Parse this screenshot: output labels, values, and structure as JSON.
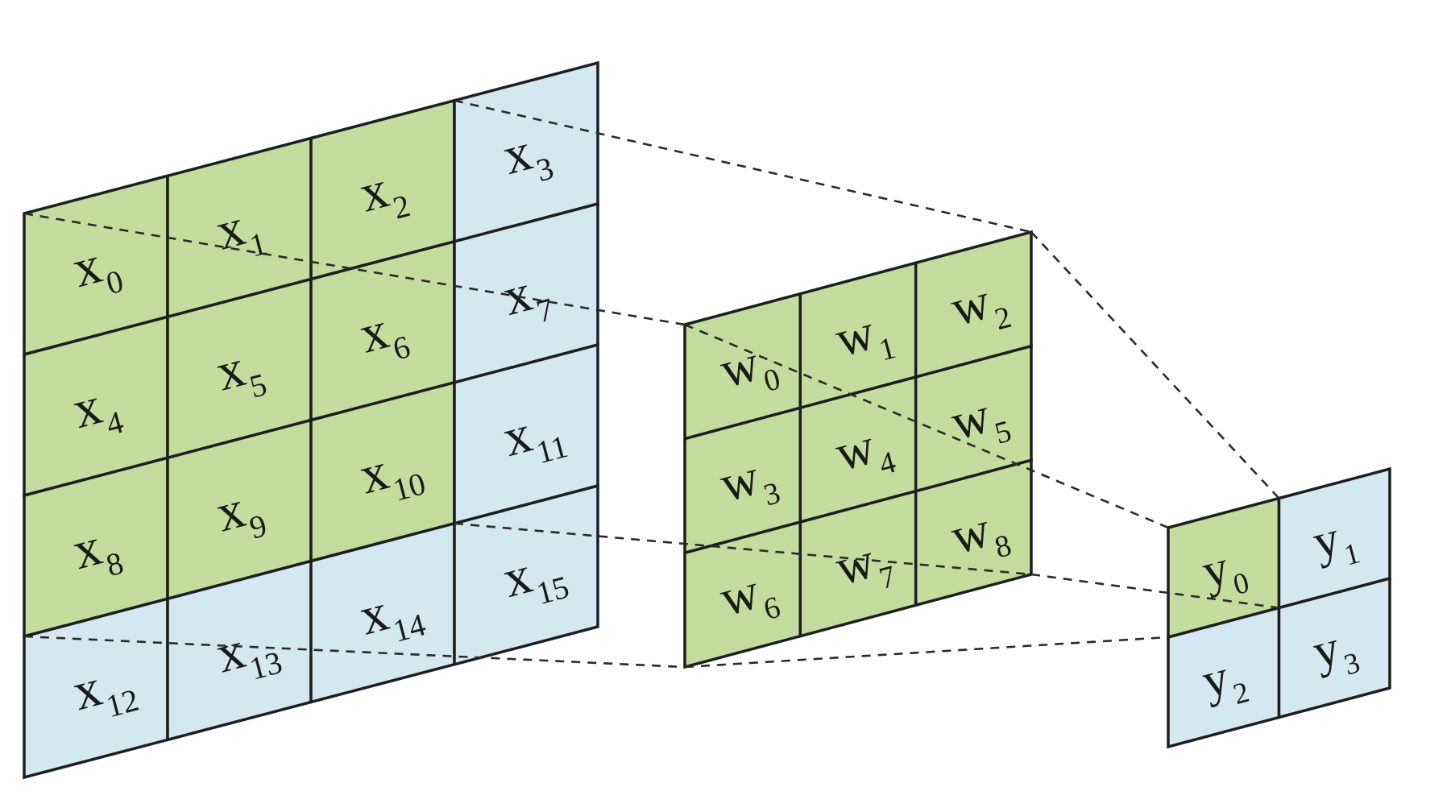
{
  "diagram": {
    "colors": {
      "active_fill": "#c3dd9e",
      "inactive_fill": "#d4e8f2",
      "stroke": "#1e1e1e",
      "dash": "#2a2a2a"
    },
    "input_grid": {
      "rows": 4,
      "cols": 4,
      "cells": [
        {
          "sym": "x",
          "sub": "0",
          "active": true
        },
        {
          "sym": "x",
          "sub": "1",
          "active": true
        },
        {
          "sym": "x",
          "sub": "2",
          "active": true
        },
        {
          "sym": "x",
          "sub": "3",
          "active": false
        },
        {
          "sym": "x",
          "sub": "4",
          "active": true
        },
        {
          "sym": "x",
          "sub": "5",
          "active": true
        },
        {
          "sym": "x",
          "sub": "6",
          "active": true
        },
        {
          "sym": "x",
          "sub": "7",
          "active": false
        },
        {
          "sym": "x",
          "sub": "8",
          "active": true
        },
        {
          "sym": "x",
          "sub": "9",
          "active": true
        },
        {
          "sym": "x",
          "sub": "10",
          "active": true
        },
        {
          "sym": "x",
          "sub": "11",
          "active": false
        },
        {
          "sym": "x",
          "sub": "12",
          "active": false
        },
        {
          "sym": "x",
          "sub": "13",
          "active": false
        },
        {
          "sym": "x",
          "sub": "14",
          "active": false
        },
        {
          "sym": "x",
          "sub": "15",
          "active": false
        }
      ]
    },
    "kernel_grid": {
      "rows": 3,
      "cols": 3,
      "cells": [
        {
          "sym": "w",
          "sub": "0",
          "active": true
        },
        {
          "sym": "w",
          "sub": "1",
          "active": true
        },
        {
          "sym": "w",
          "sub": "2",
          "active": true
        },
        {
          "sym": "w",
          "sub": "3",
          "active": true
        },
        {
          "sym": "w",
          "sub": "4",
          "active": true
        },
        {
          "sym": "w",
          "sub": "5",
          "active": true
        },
        {
          "sym": "w",
          "sub": "6",
          "active": true
        },
        {
          "sym": "w",
          "sub": "7",
          "active": true
        },
        {
          "sym": "w",
          "sub": "8",
          "active": true
        }
      ]
    },
    "output_grid": {
      "rows": 2,
      "cols": 2,
      "cells": [
        {
          "sym": "y",
          "sub": "0",
          "active": true
        },
        {
          "sym": "y",
          "sub": "1",
          "active": false
        },
        {
          "sym": "y",
          "sub": "2",
          "active": false
        },
        {
          "sym": "y",
          "sub": "3",
          "active": false
        }
      ]
    }
  }
}
